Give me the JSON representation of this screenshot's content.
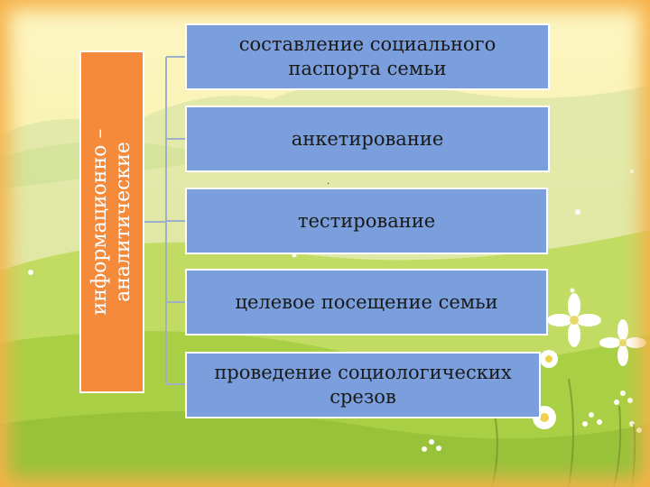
{
  "diagram": {
    "root_label": "информационно – аналитические",
    "items": [
      {
        "label": "составление социального паспорта семьи"
      },
      {
        "label": "анкетирование"
      },
      {
        "label": "тестирование"
      },
      {
        "label": "целевое посещение семьи"
      },
      {
        "label": "проведение социологических срезов"
      }
    ],
    "stray_mark": "."
  },
  "colors": {
    "root_box": "#f58a3a",
    "item_box": "#7a9fdc",
    "connector": "#9db0c8"
  }
}
